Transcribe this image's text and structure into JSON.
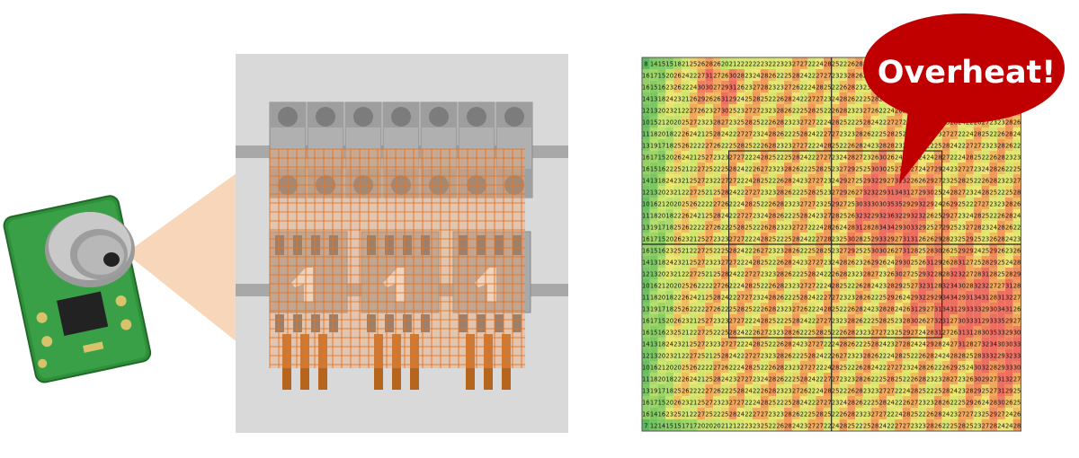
{
  "callout": {
    "text": "Overheat!"
  },
  "colors": {
    "bubble": "#c00000",
    "bubble_text": "#ffffff",
    "panel_bg": "#d9d9d9",
    "grid_line": "#e8741e",
    "beam": "#f6c8a2",
    "lead": "#b5651d",
    "pcb": "#2f8f3a"
  },
  "icons": [
    "thermal-sensor-icon",
    "circuit-board-icon",
    "speech-bubble-icon"
  ],
  "heatmap": {
    "cols": 48,
    "rows": 32,
    "first_row_start": "8 14 15 15 18 21 25 26 28 26 20 21 22 22 22 23 22 23 23",
    "last_row_start": "7 12 14 15 15 17 17 20 20 20 21 21 22 23 23"
  }
}
